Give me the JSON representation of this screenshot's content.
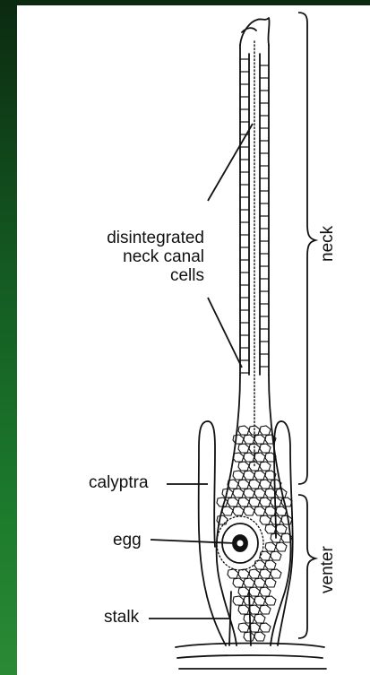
{
  "labels": {
    "neck_canal_line1": "disintegrated",
    "neck_canal_line2": "neck canal",
    "neck_canal_line3": "cells",
    "calyptra": "calyptra",
    "egg": "egg",
    "stalk": "stalk",
    "neck": "neck",
    "venter": "venter"
  },
  "colors": {
    "frame_dark": "#0b2a10",
    "frame_light": "#2a8a34",
    "panel": "#ffffff",
    "ink": "#111111"
  }
}
